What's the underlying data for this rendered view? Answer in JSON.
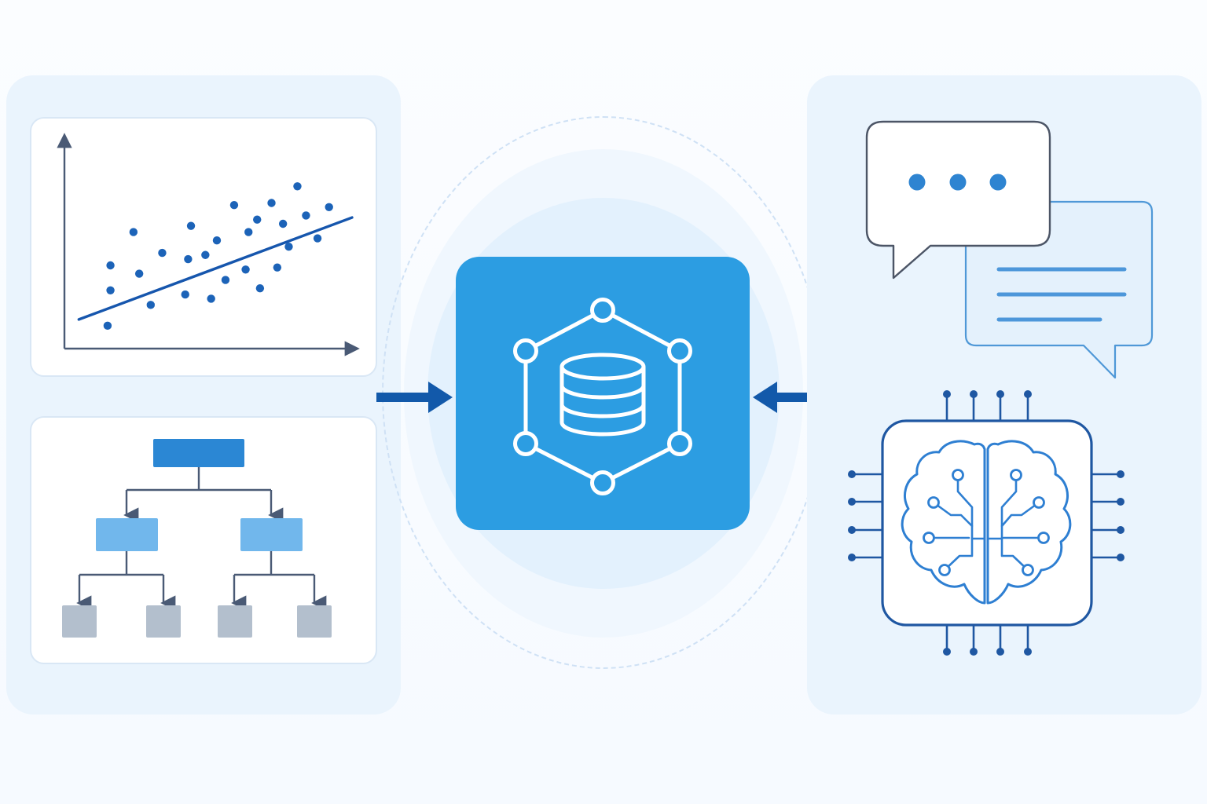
{
  "theme": {
    "background": "#f7fbff",
    "panel_fill": "#eaf4fd",
    "card_border": "#d9e7f5",
    "axis": "#4a5a75",
    "scatter_point": "#1c63b8",
    "trend_line": "#1656ad",
    "tree_root": "#2b87d4",
    "tree_mid": "#71b7ec",
    "tree_leaf": "#b3bfcd",
    "tree_connector": "#4a5a75",
    "hub_fill": "#2c9de2",
    "hub_glow": "#e3f1fd",
    "arrow": "#1259aa",
    "chat_outline": "#4c5566",
    "chat_alt_outline": "#4f98d7",
    "chat_alt_fill": "#e4f1fc",
    "dot_fill": "#2e84d1",
    "text_line": "#4d97da",
    "chip_outline": "#1f57a2",
    "brain_outline": "#2e7fd2"
  },
  "icons": {
    "hub": "database-network-icon",
    "flow_in": "right-arrow-icon",
    "flow_exchange": "bidirectional-arrow-icon",
    "chat_primary": "typing-chat-bubble-icon",
    "chat_secondary": "text-message-bubble-icon",
    "ai_core": "brain-chip-icon"
  },
  "chart_data": {
    "type": "scatter",
    "title": "",
    "xlabel": "",
    "ylabel": "",
    "xlim": [
      0,
      10
    ],
    "ylim": [
      0,
      10
    ],
    "grid": false,
    "legend": "none",
    "series": [
      {
        "values": [
          [
            1.5,
            1.1
          ],
          [
            1.6,
            2.8
          ],
          [
            1.6,
            4.0
          ],
          [
            2.4,
            5.6
          ],
          [
            2.6,
            3.6
          ],
          [
            3.0,
            2.1
          ],
          [
            3.4,
            4.6
          ],
          [
            4.2,
            2.6
          ],
          [
            4.3,
            4.3
          ],
          [
            4.4,
            5.9
          ],
          [
            4.9,
            4.5
          ],
          [
            5.1,
            2.4
          ],
          [
            5.3,
            5.2
          ],
          [
            5.6,
            3.3
          ],
          [
            5.9,
            6.9
          ],
          [
            6.3,
            3.8
          ],
          [
            6.4,
            5.6
          ],
          [
            6.7,
            6.2
          ],
          [
            6.8,
            2.9
          ],
          [
            7.2,
            7.0
          ],
          [
            7.4,
            3.9
          ],
          [
            7.6,
            6.0
          ],
          [
            7.8,
            4.9
          ],
          [
            8.1,
            7.8
          ],
          [
            8.4,
            6.4
          ],
          [
            8.8,
            5.3
          ],
          [
            9.2,
            6.8
          ]
        ]
      }
    ],
    "trend": {
      "x": [
        0.5,
        10
      ],
      "y": [
        1.4,
        6.3
      ]
    }
  }
}
